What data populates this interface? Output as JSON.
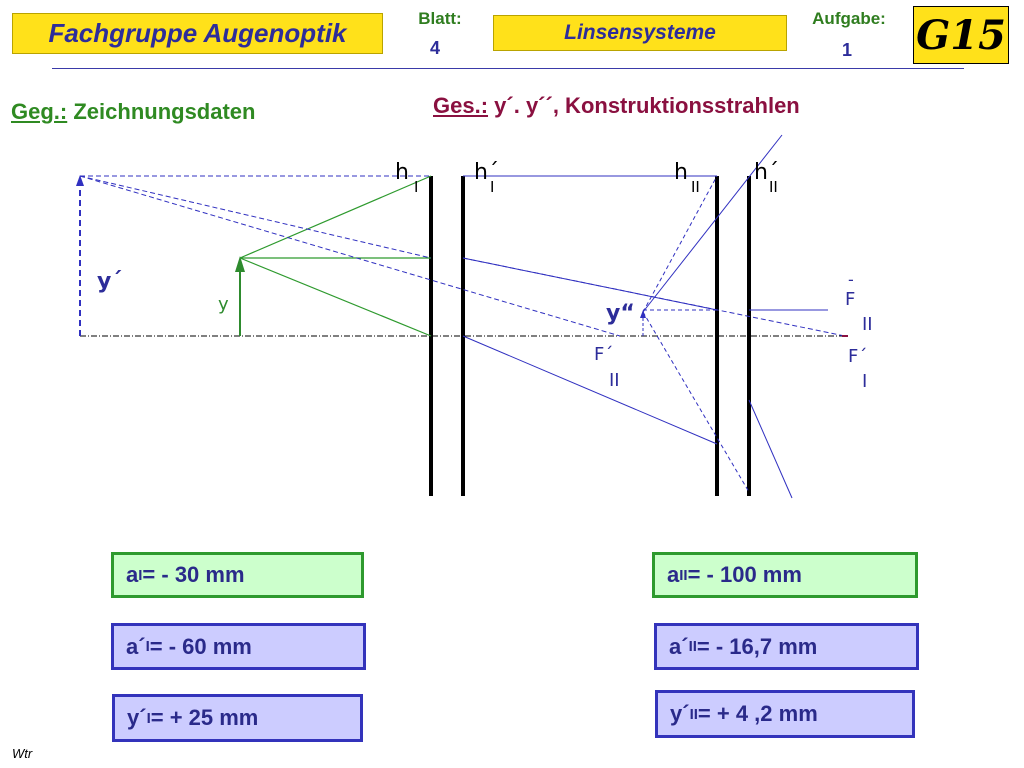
{
  "header": {
    "title": "Fachgruppe  Augenoptik",
    "blatt_label": "Blatt:",
    "blatt_value": "4",
    "topic": "Linsensysteme",
    "aufgabe_label": "Aufgabe:",
    "aufgabe_value": "1",
    "logo": "G15"
  },
  "given": {
    "prefix": "Geg.:",
    "text": "Zeichnungsdaten"
  },
  "sought": {
    "prefix": "Ges.:",
    "text": "y´. y´´,  Konstruktionsstrahlen"
  },
  "diagram_labels": {
    "h1": "h",
    "h1_sub": "I",
    "h1p": "h´",
    "h1p_sub": "I",
    "h2": "h",
    "h2_sub": "II",
    "h2p": "h´",
    "h2p_sub": "II",
    "y": "y",
    "yp": "y´",
    "ypp": "y“",
    "F2": "F",
    "F2_bar": "-",
    "F2_sub": "II",
    "F2p": "F´",
    "F2p_sub": "II",
    "F1p": "F´",
    "F1p_sub": "I"
  },
  "values": [
    {
      "name": "a-I",
      "sym": "a",
      "sub": "I",
      "rest": " = - 30  mm"
    },
    {
      "name": "a-II",
      "sym": "a",
      "sub": "II",
      "rest": " = - 100 mm"
    },
    {
      "name": "a-prime-I",
      "sym": "a´",
      "sub": "I",
      "rest": " = - 60  mm"
    },
    {
      "name": "a-prime-II",
      "sym": "a´",
      "sub": "II",
      "rest": " = - 16,7  mm"
    },
    {
      "name": "y-prime-I",
      "sym": "y´",
      "sub": "I",
      "rest": " = + 25 mm"
    },
    {
      "name": "y-prime-II",
      "sym": "y´",
      "sub": "II",
      "rest": " = + 4 ,2 mm"
    }
  ],
  "footer": {
    "author": "Wtr"
  },
  "colors": {
    "yellow": "#ffe11a",
    "green": "#2f8a22",
    "blue": "#2d2d9a",
    "crimson": "#8a1040"
  }
}
